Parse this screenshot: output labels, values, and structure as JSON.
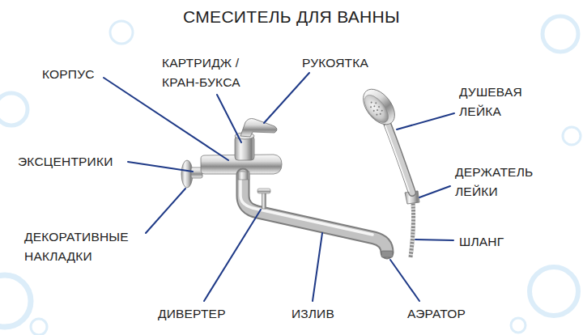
{
  "diagram": {
    "title": "СМЕСИТЕЛЬ ДЛЯ ВАННЫ",
    "labels": [
      "КОРПУС",
      "КАРТРИДЖ / КРАН-БУКСА",
      "РУКОЯТКА",
      "ДУШЕВАЯ ЛЕЙКА",
      "ЭКСЦЕНТРИКИ",
      "ДЕРЖАТЕЛЬ ЛЕЙКИ",
      "ДЕКОРАТИВНЫЕ НАКЛАДКИ",
      "ШЛАНГ",
      "ДИВЕРТЕР",
      "ИЗЛИВ",
      "АЭРАТОР"
    ]
  }
}
